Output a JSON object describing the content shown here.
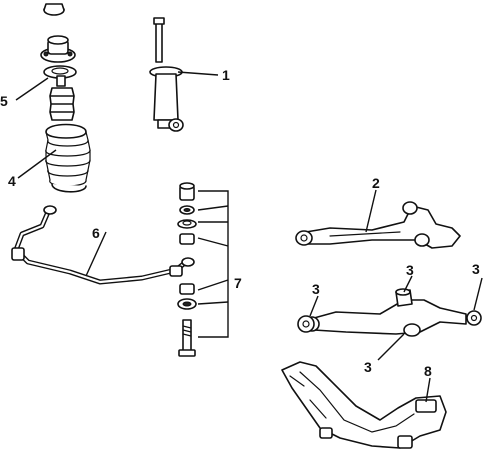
{
  "callouts": {
    "c1": "1",
    "c2": "2",
    "c3a": "3",
    "c3b": "3",
    "c3c": "3",
    "c3d": "3",
    "c4": "4",
    "c5": "5",
    "c6": "6",
    "c7": "7",
    "c8": "8"
  },
  "colors": {
    "line": "#111111",
    "background": "#ffffff"
  }
}
